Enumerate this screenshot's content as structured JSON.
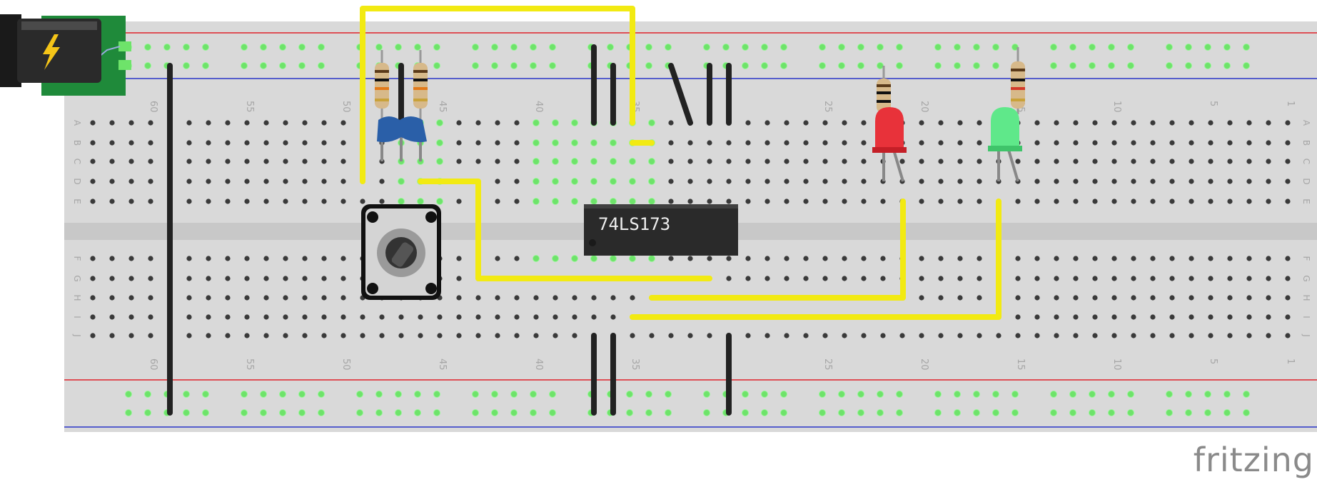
{
  "ic": {
    "label": "74LS173"
  },
  "watermark": {
    "text": "fritzing"
  },
  "breadboard": {
    "column_labels": [
      "60",
      "55",
      "50",
      "45",
      "40",
      "35",
      "25",
      "20",
      "15",
      "10",
      "5",
      "1"
    ],
    "row_labels_top": [
      "A",
      "B",
      "C",
      "D",
      "E"
    ],
    "row_labels_bottom": [
      "F",
      "G",
      "H",
      "I",
      "J"
    ]
  },
  "colors": {
    "wire_yellow": "#f2ea12",
    "wire_black": "#222222",
    "rail_red": "#e0222a",
    "rail_blue": "#2b36c8",
    "board": "#d9d9d9",
    "hole_active": "#6ee36a",
    "hole": "#3a3a3a",
    "pcb_green": "#1f8a3a",
    "led_red": "#e8323a",
    "led_green": "#5fe88a"
  },
  "components": [
    {
      "name": "power-jack",
      "icon": "lightning-icon"
    },
    {
      "name": "resistor-left",
      "icon": "resistor-icon"
    },
    {
      "name": "resistor-right",
      "icon": "resistor-icon"
    },
    {
      "name": "capacitor",
      "icon": "ceramic-capacitor-icon"
    },
    {
      "name": "potentiometer",
      "icon": "rotary-potentiometer-icon"
    },
    {
      "name": "ic-chip",
      "icon": "dip-chip-icon"
    },
    {
      "name": "led-red",
      "icon": "led-icon"
    },
    {
      "name": "led-green",
      "icon": "led-icon"
    },
    {
      "name": "resistor-led-red",
      "icon": "resistor-icon"
    },
    {
      "name": "resistor-led-green",
      "icon": "resistor-icon"
    }
  ]
}
